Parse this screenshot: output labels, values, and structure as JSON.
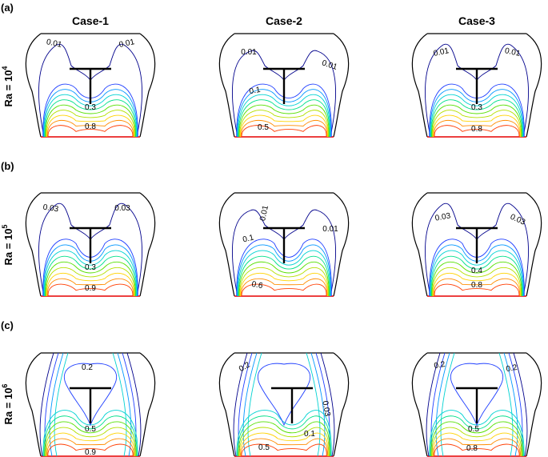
{
  "case_titles": [
    "Case-1",
    "Case-2",
    "Case-3"
  ],
  "rows": [
    {
      "panel_label": "(a)",
      "ra_base": "Ra = 10",
      "ra_exp": "4",
      "panels": [
        {
          "case": "Case-1",
          "labels": [
            "0.01",
            "0.01",
            "0.3",
            "0.8"
          ]
        },
        {
          "case": "Case-2",
          "labels": [
            "0.01",
            "0.01",
            "0.1",
            "0.5"
          ]
        },
        {
          "case": "Case-3",
          "labels": [
            "0.01",
            "0.01",
            "0.3",
            "0.8"
          ]
        }
      ]
    },
    {
      "panel_label": "(b)",
      "ra_base": "Ra = 10",
      "ra_exp": "5",
      "panels": [
        {
          "case": "Case-1",
          "labels": [
            "0.03",
            "0.03",
            "0.3",
            "0.9"
          ]
        },
        {
          "case": "Case-2",
          "labels": [
            "0.01",
            "0.01",
            "0.1",
            "0.6"
          ]
        },
        {
          "case": "Case-3",
          "labels": [
            "0.03",
            "0.03",
            "0.4",
            "0.8"
          ]
        }
      ]
    },
    {
      "panel_label": "(c)",
      "ra_base": "Ra = 10",
      "ra_exp": "6",
      "panels": [
        {
          "case": "Case-1",
          "labels": [
            "0.2",
            "0.5",
            "0.9"
          ]
        },
        {
          "case": "Case-2",
          "labels": [
            "0.2",
            "0.03",
            "0.1",
            "0.5"
          ]
        },
        {
          "case": "Case-3",
          "labels": [
            "0.2",
            "0.2",
            "0.5",
            "0.8"
          ]
        }
      ]
    }
  ],
  "colors": {
    "hot_wall": "#e60000",
    "walls": "#000000",
    "isotherm_scale": [
      "#00008b",
      "#1f3fff",
      "#0096ff",
      "#00d2d2",
      "#00e08a",
      "#55e000",
      "#b4e000",
      "#ffd200",
      "#ff8c00",
      "#ff3c00"
    ]
  }
}
